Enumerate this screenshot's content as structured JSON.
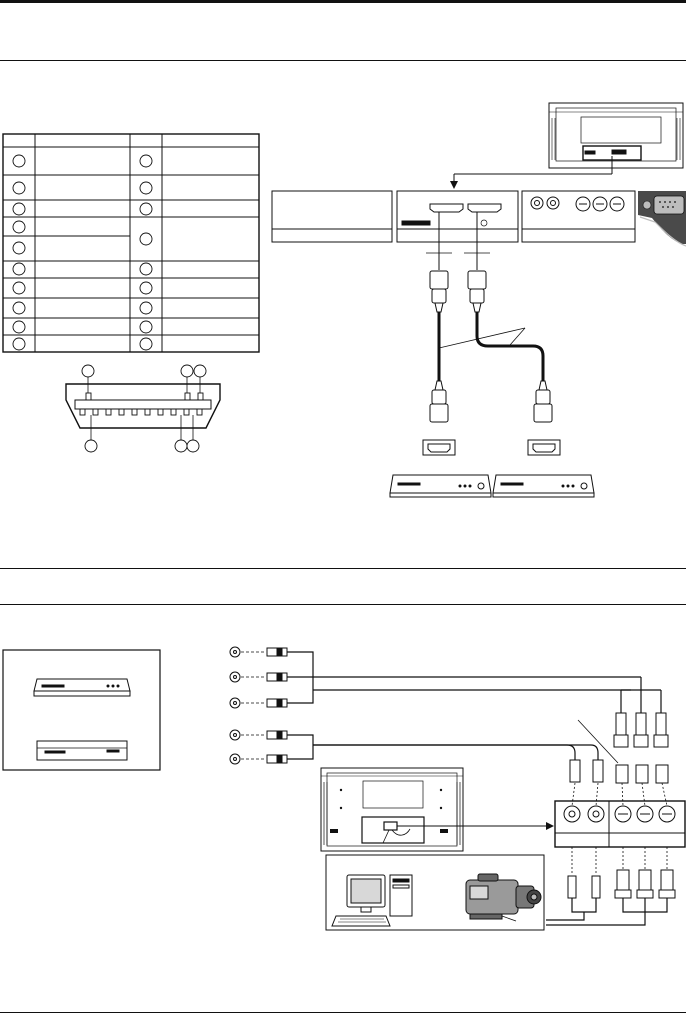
{
  "document": {
    "colors": {
      "ink": "#111111",
      "paper": "#ffffff",
      "panel_shade": "#bdbdbd",
      "dark_panel": "#4a4a4a"
    },
    "hdmi_section": {
      "pin_table": {
        "columns": 4,
        "rows": 11
      },
      "pin_diagram": {
        "connector": "hdmi-type-a-icon",
        "visible_pin_slots": 10
      },
      "rear_panel": {
        "slots": 3,
        "hdmi_ports": 2
      },
      "playback_devices": 2
    },
    "component_section": {
      "source_panel_devices": 2,
      "rca_inputs": 5,
      "terminal_board_jacks": 5,
      "peripherals": [
        "computer-icon",
        "camcorder-icon"
      ]
    }
  }
}
